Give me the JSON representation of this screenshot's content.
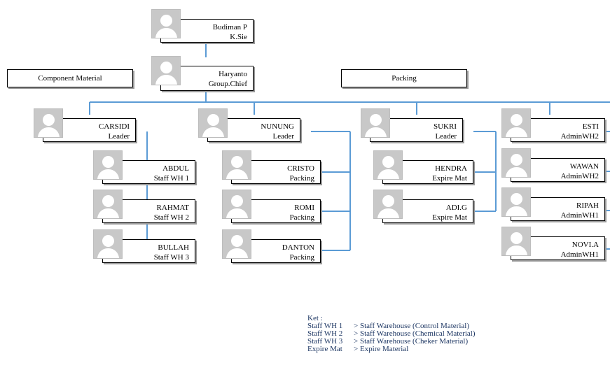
{
  "group_labels": {
    "component": "Component Material",
    "packing": "Packing"
  },
  "people": {
    "budiman": {
      "name": "Budiman P",
      "role": "K.Sie"
    },
    "haryanto": {
      "name": "Haryanto",
      "role": "Group.Chief"
    },
    "carsidi": {
      "name": "CARSIDI",
      "role": "Leader"
    },
    "nunung": {
      "name": "NUNUNG",
      "role": "Leader"
    },
    "sukri": {
      "name": "SUKRI",
      "role": "Leader"
    },
    "esti": {
      "name": "ESTI",
      "role": "AdminWH2"
    },
    "abdul": {
      "name": "ABDUL",
      "role": "Staff WH 1"
    },
    "rahmat": {
      "name": "RAHMAT",
      "role": "Staff WH  2"
    },
    "bullah": {
      "name": "BULLAH",
      "role": "Staff WH  3"
    },
    "cristo": {
      "name": "CRISTO",
      "role": "Packing"
    },
    "romi": {
      "name": "ROMI",
      "role": "Packing"
    },
    "danton": {
      "name": "DANTON",
      "role": "Packing"
    },
    "hendra": {
      "name": "HENDRA",
      "role": "Expire Mat"
    },
    "adig": {
      "name": "ADI.G",
      "role": "Expire Mat"
    },
    "wawan": {
      "name": "WAWAN",
      "role": "AdminWH2"
    },
    "ripah": {
      "name": "RIPAH",
      "role": "AdminWH1"
    },
    "novia": {
      "name": "NOVI.A",
      "role": "AdminWH1"
    }
  },
  "legend": {
    "title": "Ket :",
    "rows": [
      {
        "key": "Staff WH 1",
        "value": "> Staff Warehouse (Control Material)"
      },
      {
        "key": "Staff WH 2",
        "value": "> Staff Warehouse (Chemical Material)"
      },
      {
        "key": "Staff WH 3",
        "value": "> Staff Warehouse (Cheker Material)"
      },
      {
        "key": "Expire Mat",
        "value": "> Expire Material"
      }
    ]
  },
  "colors": {
    "connector": "#5b9bd5",
    "legend_text": "#1f3864",
    "photo_bg": "#c8c8c8"
  }
}
